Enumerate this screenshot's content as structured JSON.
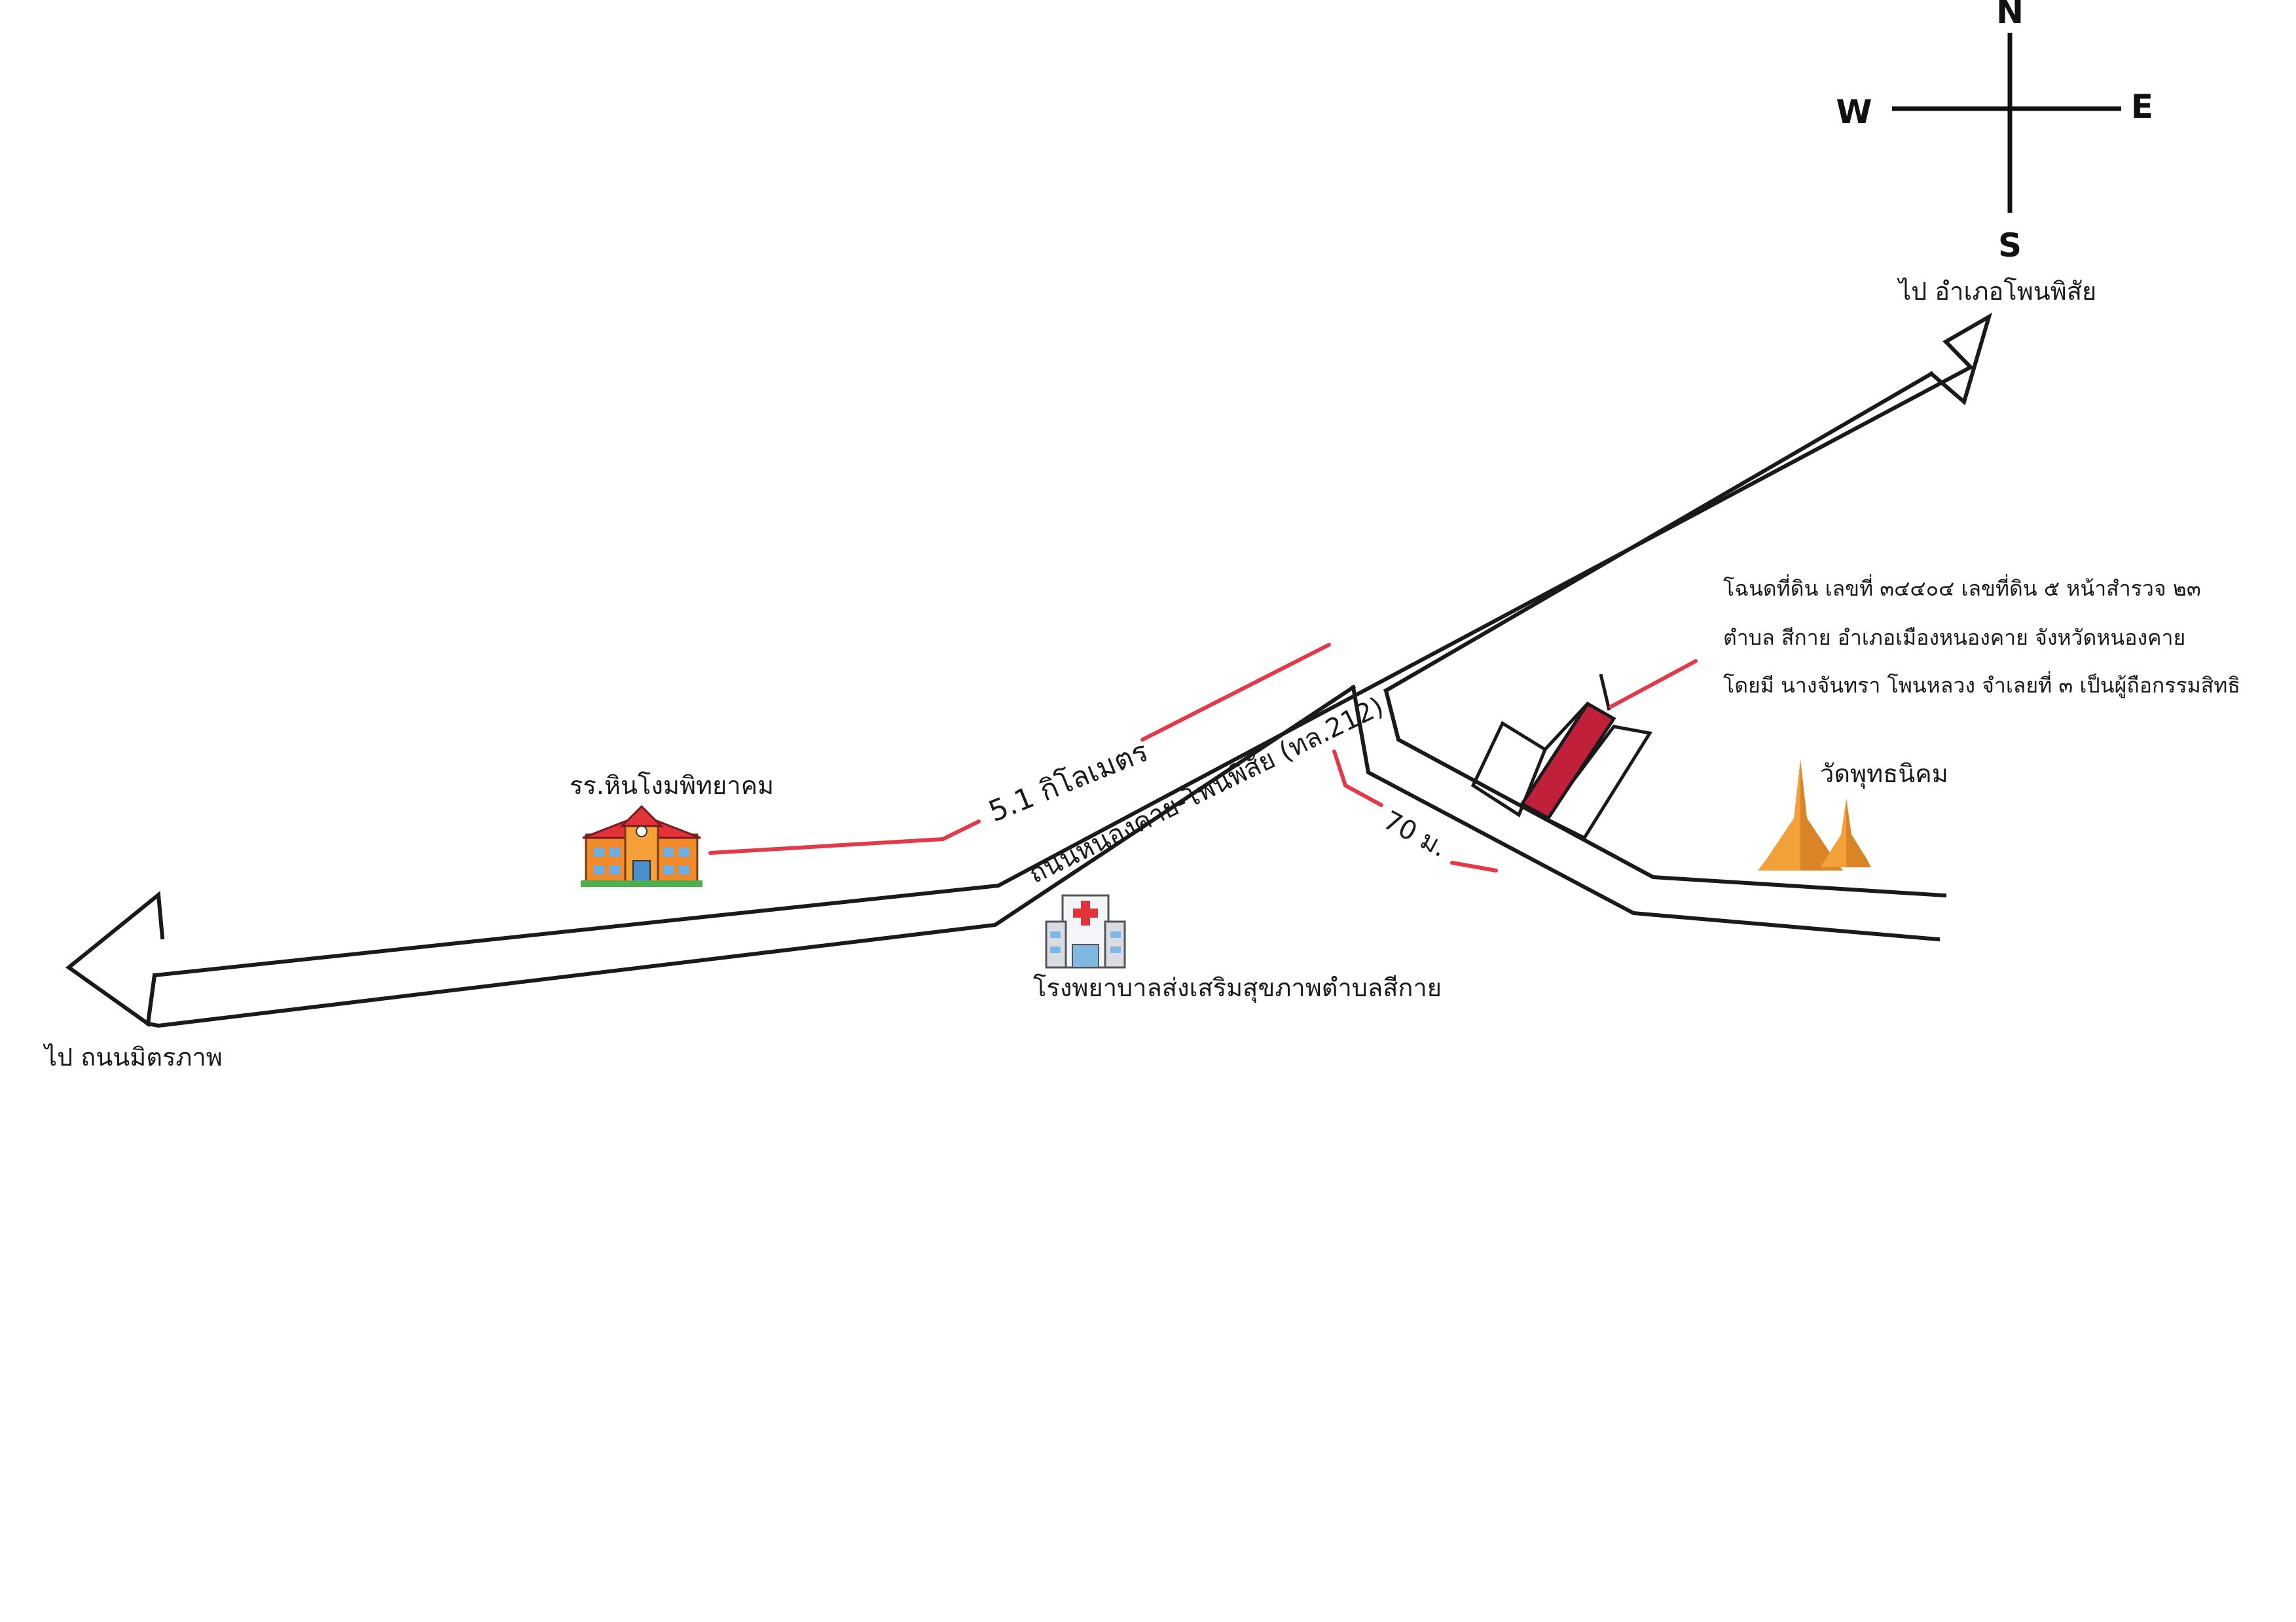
{
  "compass": {
    "north": "N",
    "south": "S",
    "east": "E",
    "west": "W"
  },
  "destinations": {
    "northeast": "ไป อำเภอโพนพิสัย",
    "west": "ไป ถนนมิตรภาพ"
  },
  "roads": {
    "main_road_name": "ถนนหนองคาย-โพนพิสัย (ทล.212)",
    "distance_main": "5.1 กิโลเมตร",
    "distance_side": "70 ม."
  },
  "landmarks": {
    "school": "รร.หินโงมพิทยาคม",
    "hospital": "โรงพยาบาลส่งเสริมสุขภาพตำบลสีกาย",
    "temple": "วัดพุทธนิคม"
  },
  "parcel_info": {
    "line1": "โฉนดที่ดิน เลขที่ ๓๔๔๐๔ เลขที่ดิน ๕ หน้าสำรวจ ๒๓",
    "line2": "ตำบล สีกาย อำเภอเมืองหนองคาย จังหวัดหนองคาย",
    "line3": "โดยมี นางจันทรา โพนหลวง จำเลยที่ ๓ เป็นผู้ถือกรรมสิทธิ"
  },
  "colors": {
    "road_stroke": "#1a1a1a",
    "leader_line": "#e23a4a",
    "parcel_fill": "#c0203a",
    "temple_gold": "#f2a13a"
  },
  "icons": [
    "school-building-icon",
    "hospital-icon",
    "temple-pagoda-icon",
    "compass-rose-icon"
  ]
}
